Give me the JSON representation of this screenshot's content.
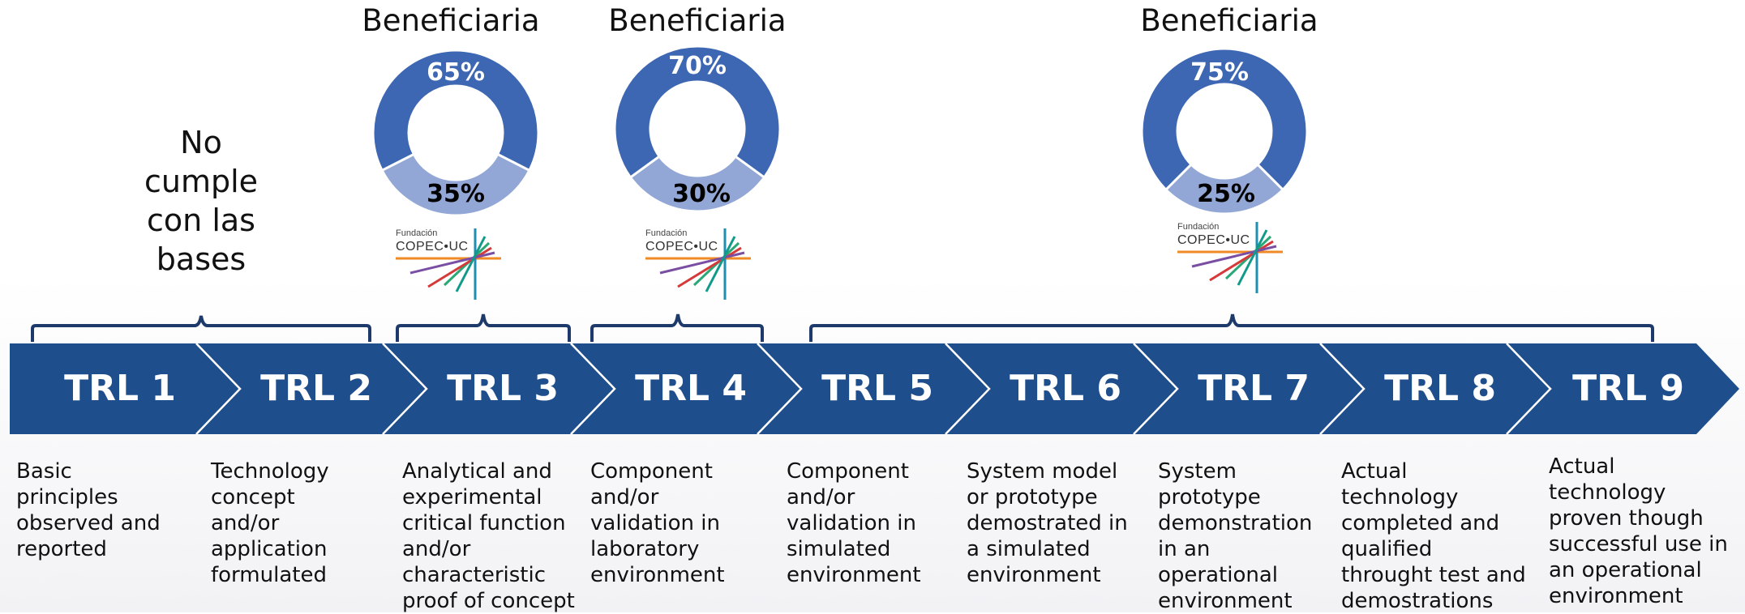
{
  "no_cumple": {
    "lines": [
      "No",
      "cumple",
      "con las",
      "bases"
    ]
  },
  "beneficiaries": [
    {
      "title": "Beneficiaria",
      "top_pct": "65%",
      "bottom_pct": "35%",
      "top_value": 65,
      "bottom_value": 35,
      "logo_small": "Fundación",
      "logo_name": "COPEC•UC"
    },
    {
      "title": "Beneficiaria",
      "top_pct": "70%",
      "bottom_pct": "30%",
      "top_value": 70,
      "bottom_value": 30,
      "logo_small": "Fundación",
      "logo_name": "COPEC•UC"
    },
    {
      "title": "Beneficiaria",
      "top_pct": "75%",
      "bottom_pct": "25%",
      "top_value": 75,
      "bottom_value": 25,
      "logo_small": "Fundación",
      "logo_name": "COPEC•UC"
    }
  ],
  "trl": [
    {
      "label": "TRL 1",
      "desc": [
        "Basic",
        "principles",
        "observed and",
        "reported"
      ]
    },
    {
      "label": "TRL 2",
      "desc": [
        "Technology",
        "concept",
        "and/or",
        "application",
        "formulated"
      ]
    },
    {
      "label": "TRL 3",
      "desc": [
        "Analytical and",
        "experimental",
        "critical function",
        "and/or",
        "characteristic",
        "proof of concept"
      ]
    },
    {
      "label": "TRL 4",
      "desc": [
        "Component",
        "and/or",
        "validation in",
        "laboratory",
        "environment"
      ]
    },
    {
      "label": "TRL 5",
      "desc": [
        "Component",
        "and/or",
        "validation in",
        "simulated",
        "environment"
      ]
    },
    {
      "label": "TRL 6",
      "desc": [
        "System model",
        "or prototype",
        "demostrated in",
        "a simulated",
        "environment"
      ]
    },
    {
      "label": "TRL 7",
      "desc": [
        "System",
        "prototype",
        "demonstration",
        "in an",
        "operational",
        "environment"
      ]
    },
    {
      "label": "TRL 8",
      "desc": [
        "Actual",
        "technology",
        "completed and",
        "qualified",
        "throught test and",
        "demostrations"
      ]
    },
    {
      "label": "TRL 9",
      "desc": [
        "Actual",
        "technology",
        "proven though",
        "successful use in",
        "an operational",
        "environment"
      ]
    }
  ],
  "colors": {
    "arrow": "#1f4e8c",
    "donut_dark": "#3d67b2",
    "donut_light": "#93a7d6",
    "bracket": "#1d3a6b"
  }
}
